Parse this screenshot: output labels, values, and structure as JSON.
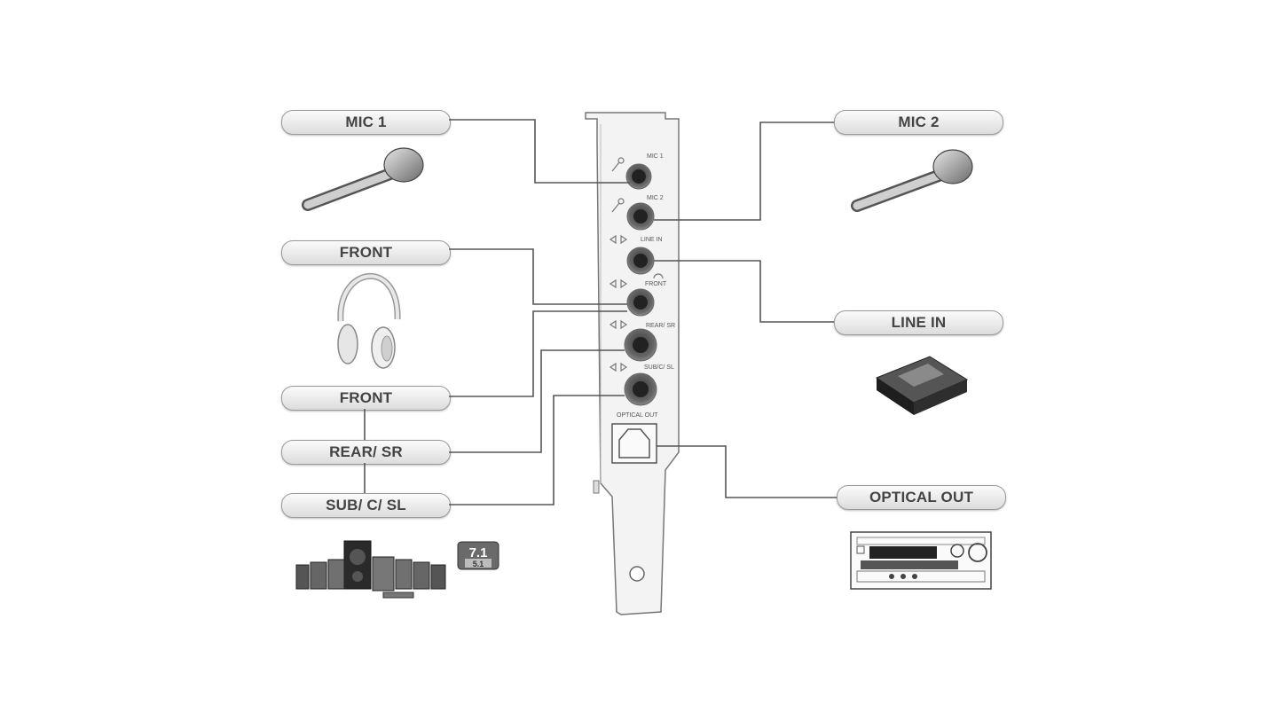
{
  "labels": {
    "mic1": "MIC 1",
    "mic2": "MIC 2",
    "front_headphones": "FRONT",
    "line_in": "LINE IN",
    "front_speakers": "FRONT",
    "rear_sr": "REAR/ SR",
    "sub_c_sl": "SUB/ C/ SL",
    "optical_out": "OPTICAL OUT"
  },
  "bracket": {
    "jack_labels": [
      "MIC 1",
      "MIC 2",
      "LINE IN",
      "FRONT",
      "REAR/ SR",
      "SUB/C/ SL"
    ],
    "optical_label": "OPTICAL OUT"
  },
  "speaker_badge": {
    "primary": "7.1",
    "secondary": "5.1"
  },
  "device_icons": {
    "mic1": "microphone-icon",
    "mic2": "microphone-icon",
    "headphones": "headphones-icon",
    "line_in_device": "portable-player-icon",
    "speakers": "speaker-system-icon",
    "receiver": "av-receiver-icon"
  },
  "colors": {
    "wire": "#555555",
    "pill_border": "#9a9a9a",
    "text": "#444444"
  }
}
